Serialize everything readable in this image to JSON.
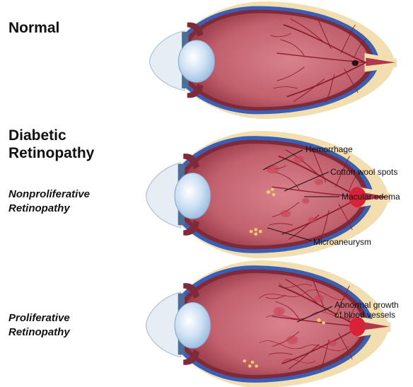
{
  "headings": {
    "normal": "Normal",
    "diabetic_line1": "Diabetic",
    "diabetic_line2": "Retinopathy"
  },
  "subheadings": {
    "nonproliferative_line1": "Nonproliferative",
    "nonproliferative_line2": "Retinopathy",
    "proliferative_line1": "Proliferative",
    "proliferative_line2": "Retinopathy"
  },
  "labels": {
    "hemorrhage": "Hemorrhage",
    "cotton_wool": "Cotton wool spots",
    "macular_edema": "Macular edema",
    "microaneurysm": "Microaneurysm",
    "abnormal_growth_line1": "Abnormal growth",
    "abnormal_growth_line2": "of blood vessels"
  },
  "colors": {
    "sclera_blue": "#3a5fb8",
    "eye_interior": "#c2606e",
    "fat_layer": "#f3deb0",
    "vessel": "#8a1c2a",
    "cornea": "#e6edf4",
    "lens": "#b9d4ef"
  }
}
